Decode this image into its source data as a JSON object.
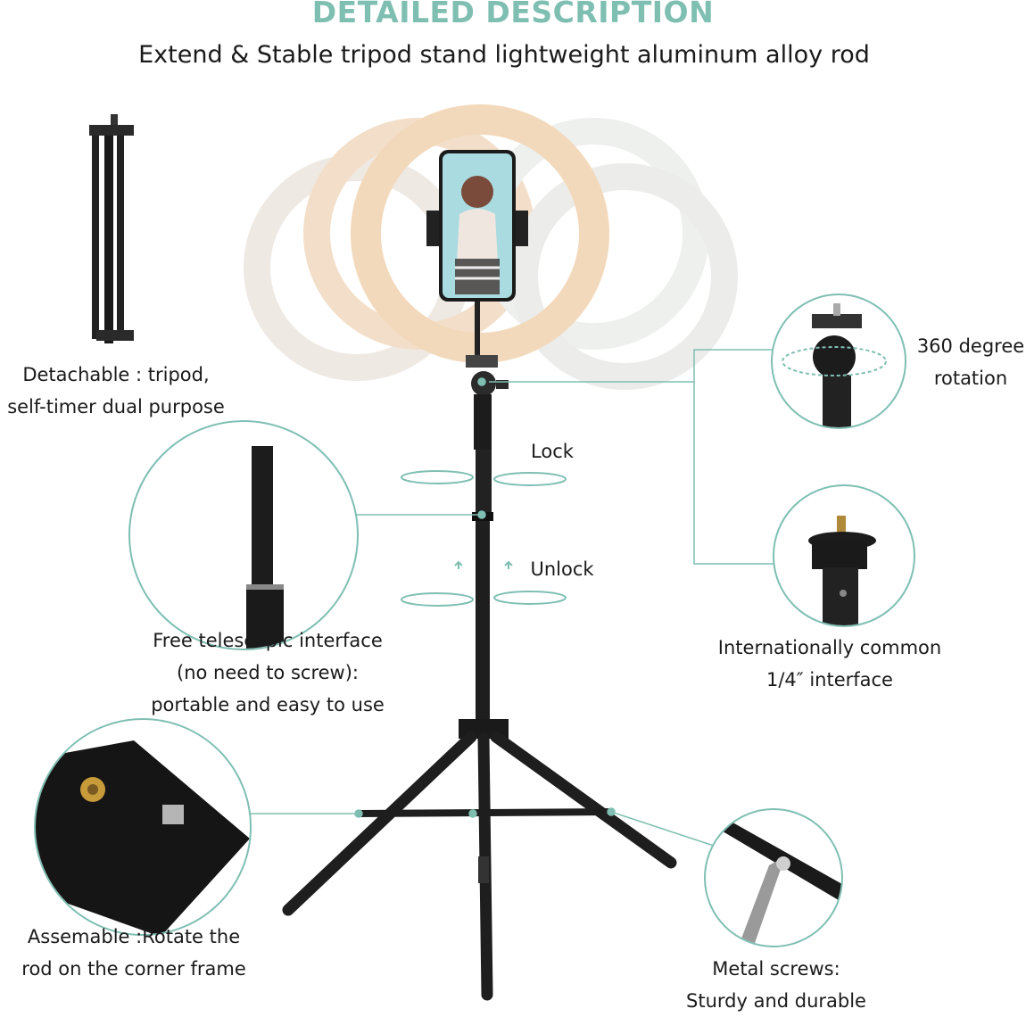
{
  "header": {
    "title": "DETAILED DESCRIPTION",
    "subtitle": "Extend & Stable tripod stand lightweight aluminum alloy rod"
  },
  "features": {
    "tripod": [
      "Detachable : tripod,",
      "self-timer dual purpose"
    ],
    "rotation": [
      "360 degree",
      "rotation"
    ],
    "lock": "Lock",
    "unlock": "Unlock",
    "telescopic": [
      "Free telescopic interface",
      "(no need to screw):",
      "portable and easy to use"
    ],
    "interface": [
      "Internationally common",
      "1/4″ interface"
    ],
    "assemble": [
      "Assemable :Rotate the",
      "rod on the corner frame"
    ],
    "screws": [
      "Metal screws:",
      "Sturdy and durable"
    ]
  },
  "colors": {
    "accent": "#7fbfb2",
    "callout_line": "#7fbfb2",
    "ring_light": "#f4dcc0"
  }
}
